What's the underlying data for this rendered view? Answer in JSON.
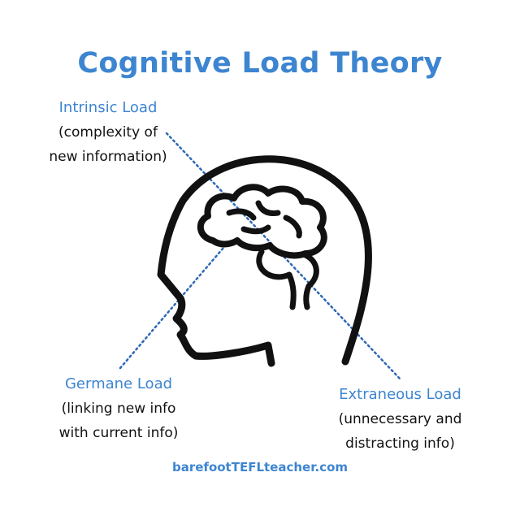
{
  "title": "Cognitive Load Theory",
  "labels": {
    "intrinsic": {
      "heading": "Intrinsic Load",
      "line1": "(complexity of",
      "line2": "new information)"
    },
    "germane": {
      "heading": "Germane Load",
      "line1": "(linking new info",
      "line2": "with current info)"
    },
    "extraneous": {
      "heading": "Extraneous Load",
      "line1": "(unnecessary and",
      "line2": "distracting info)"
    }
  },
  "footer": "barefootTEFLteacher.com",
  "colors": {
    "accent": "#3d85d0",
    "line": "#111111",
    "dots": "#2e67b3"
  },
  "icons": [
    "head-with-brain-icon"
  ]
}
